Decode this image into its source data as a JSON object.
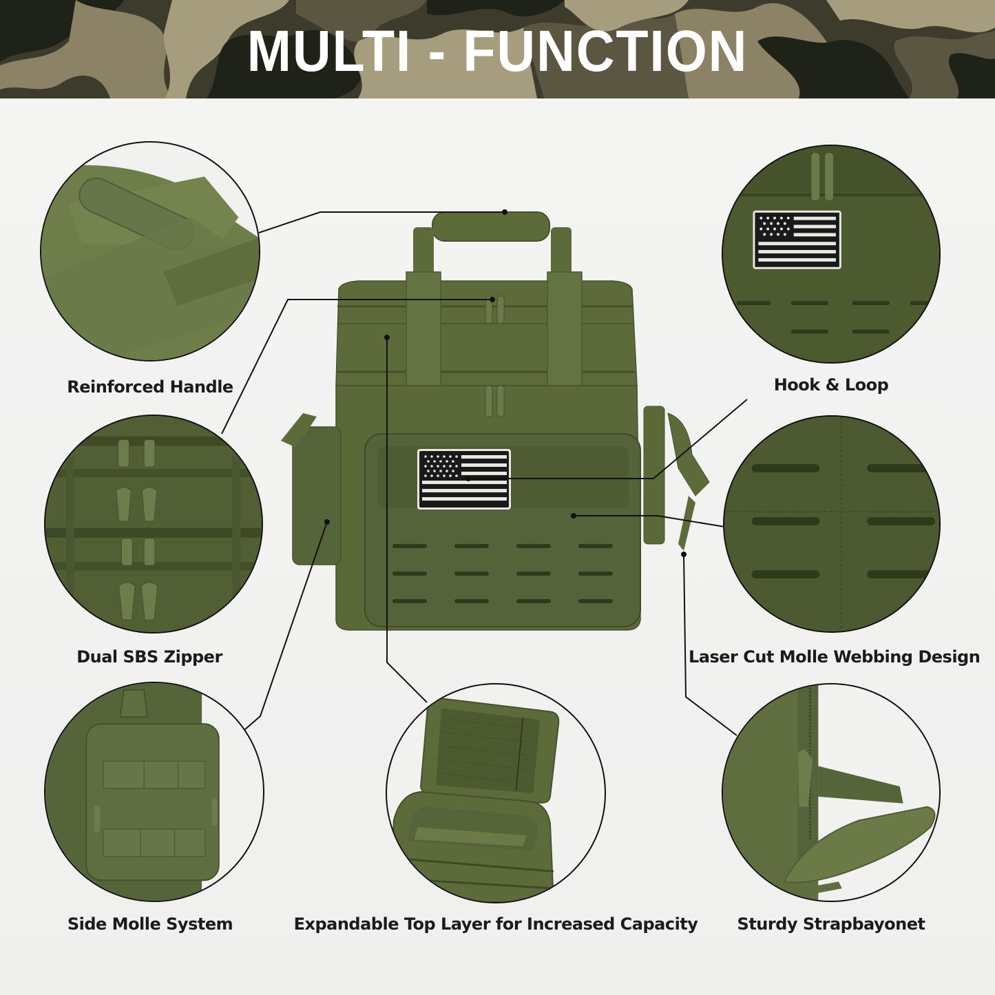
{
  "banner": {
    "title": "MULTI - FUNCTION",
    "camo_colors": [
      "#1f2219",
      "#3d3b2c",
      "#5b5642",
      "#8c8266",
      "#a69c7e"
    ]
  },
  "colors": {
    "background": "#f3f3f2",
    "bag_green": "#5d6b3a",
    "bag_green_dark": "#46512b",
    "bag_green_light": "#75834f",
    "leader_line": "#111111",
    "label_text": "#1b1b1b"
  },
  "product": {
    "name": "Tactical insulated lunch cooler bag",
    "patch": "US flag patch (black & white)"
  },
  "features": [
    {
      "id": "reinforced-handle",
      "label": "Reinforced Handle",
      "position": "top-left"
    },
    {
      "id": "hook-loop",
      "label": "Hook & Loop",
      "position": "top-right"
    },
    {
      "id": "dual-sbs-zipper",
      "label": "Dual SBS Zipper",
      "position": "middle-left"
    },
    {
      "id": "laser-cut-molle",
      "label": "Laser Cut Molle Webbing Design",
      "position": "middle-right"
    },
    {
      "id": "side-molle",
      "label": "Side Molle System",
      "position": "bottom-left"
    },
    {
      "id": "expandable-top",
      "label": "Expandable Top Layer for Increased Capacity",
      "position": "bottom-center"
    },
    {
      "id": "strap-bayonet",
      "label": "Sturdy Strapbayonet",
      "position": "bottom-right"
    }
  ]
}
